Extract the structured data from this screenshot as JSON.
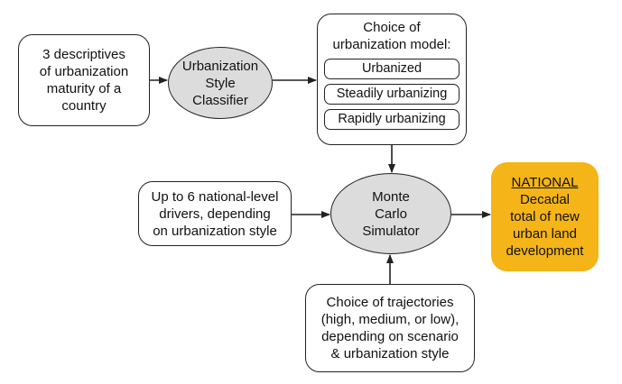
{
  "nodes": {
    "descriptives": {
      "lines": [
        "3 descriptives",
        "of urbanization",
        "maturity of a",
        "country"
      ]
    },
    "classifier": {
      "lines": [
        "Urbanization",
        "Style",
        "Classifier"
      ]
    },
    "model_choice": {
      "title_lines": [
        "Choice of",
        "urbanization model:"
      ],
      "options": [
        "Urbanized",
        "Steadily urbanizing",
        "Rapidly urbanizing"
      ]
    },
    "drivers": {
      "lines": [
        "Up to 6 national-level",
        "drivers, depending",
        "on urbanization style"
      ]
    },
    "simulator": {
      "lines": [
        "Monte",
        "Carlo",
        "Simulator"
      ]
    },
    "national_output": {
      "heading": "NATIONAL",
      "lines": [
        "Decadal",
        "total of new",
        "urban land",
        "development"
      ],
      "fill_color": "#f5b417"
    },
    "trajectories": {
      "lines": [
        "Choice of trajectories",
        "(high, medium, or low),",
        "depending on scenario",
        "& urbanization style"
      ]
    }
  },
  "edges": [
    {
      "from": "descriptives",
      "to": "classifier"
    },
    {
      "from": "classifier",
      "to": "model_choice"
    },
    {
      "from": "model_choice",
      "to": "simulator"
    },
    {
      "from": "drivers",
      "to": "simulator"
    },
    {
      "from": "simulator",
      "to": "national_output"
    },
    {
      "from": "trajectories",
      "to": "simulator"
    }
  ],
  "colors": {
    "ellipse_fill": "#dcdcdc",
    "output_fill": "#f5b417",
    "stroke": "#222222"
  }
}
